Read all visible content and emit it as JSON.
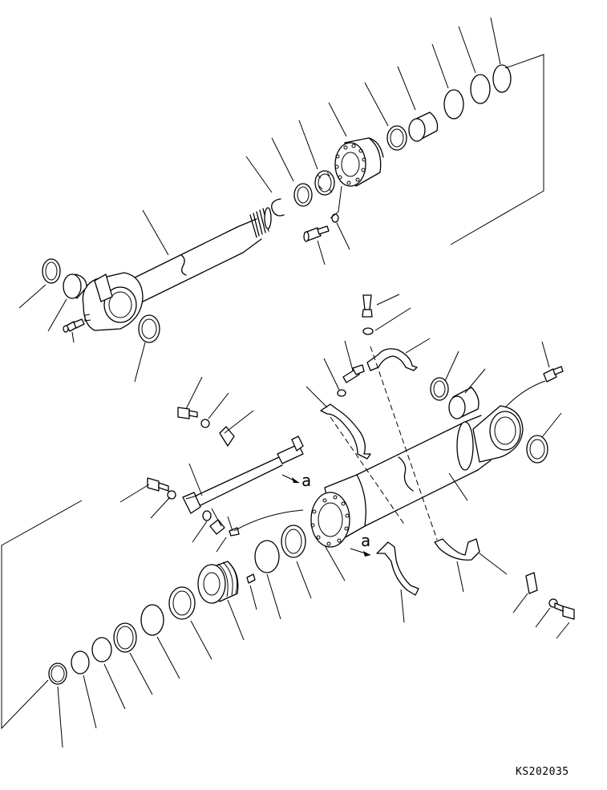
{
  "drawing": {
    "drawing_code": "KS202035",
    "reference_marks": [
      "a",
      "a"
    ]
  }
}
